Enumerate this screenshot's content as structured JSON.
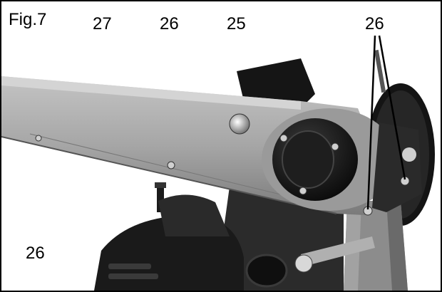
{
  "figure_label": "Fig.7",
  "callouts": {
    "belt_arm": "27",
    "screw_top_mid": "26",
    "knob": "25",
    "screw_right": "26",
    "screw_left": "26"
  },
  "colors": {
    "frame": "#000000",
    "background": "#ffffff",
    "metal": "#a8a8a8",
    "plastic": "#1a1a1a"
  }
}
